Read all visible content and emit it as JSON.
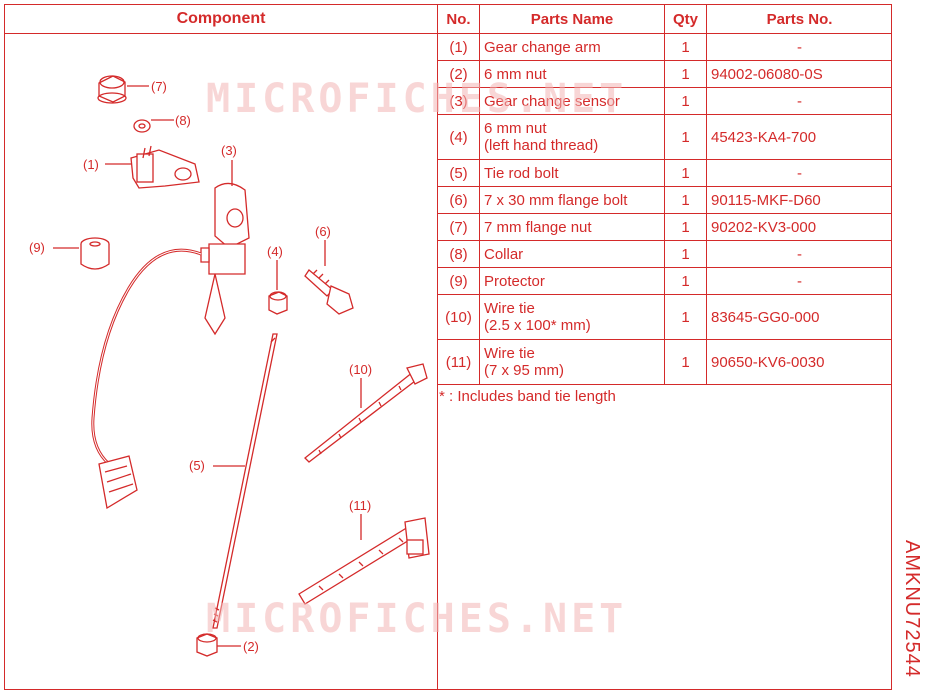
{
  "header": {
    "component": "Component",
    "no": "No.",
    "parts_name": "Parts Name",
    "qty": "Qty",
    "parts_no": "Parts No."
  },
  "parts": [
    {
      "no": "(1)",
      "name": "Gear change arm",
      "qty": "1",
      "part_no": "-"
    },
    {
      "no": "(2)",
      "name": "6 mm nut",
      "qty": "1",
      "part_no": "94002-06080-0S"
    },
    {
      "no": "(3)",
      "name": "Gear change sensor",
      "qty": "1",
      "part_no": "-"
    },
    {
      "no": "(4)",
      "name_line1": "6 mm nut",
      "name_line2": "(left hand thread)",
      "qty": "1",
      "part_no": "45423-KA4-700"
    },
    {
      "no": "(5)",
      "name": "Tie rod bolt",
      "qty": "1",
      "part_no": "-"
    },
    {
      "no": "(6)",
      "name": "7 x 30 mm flange bolt",
      "qty": "1",
      "part_no": "90115-MKF-D60"
    },
    {
      "no": "(7)",
      "name": "7 mm flange nut",
      "qty": "1",
      "part_no": "90202-KV3-000"
    },
    {
      "no": "(8)",
      "name": "Collar",
      "qty": "1",
      "part_no": "-"
    },
    {
      "no": "(9)",
      "name": "Protector",
      "qty": "1",
      "part_no": "-"
    },
    {
      "no": "(10)",
      "name_line1": "Wire tie",
      "name_line2": "(2.5 x 100* mm)",
      "qty": "1",
      "part_no": "83645-GG0-000"
    },
    {
      "no": "(11)",
      "name_line1": "Wire tie",
      "name_line2": "(7 x 95 mm)",
      "qty": "1",
      "part_no": "90650-KV6-0030"
    }
  ],
  "footnote": "* : Includes band tie length",
  "watermark": "MICROFICHES.NET",
  "side_code": "AMKNU72544",
  "diagram_labels": {
    "l1": "(1)",
    "l2": "(2)",
    "l3": "(3)",
    "l4": "(4)",
    "l5": "(5)",
    "l6": "(6)",
    "l7": "(7)",
    "l8": "(8)",
    "l9": "(9)",
    "l10": "(10)",
    "l11": "(11)"
  },
  "colors": {
    "line": "#d42a2a",
    "watermark": "#f4b6b6"
  }
}
